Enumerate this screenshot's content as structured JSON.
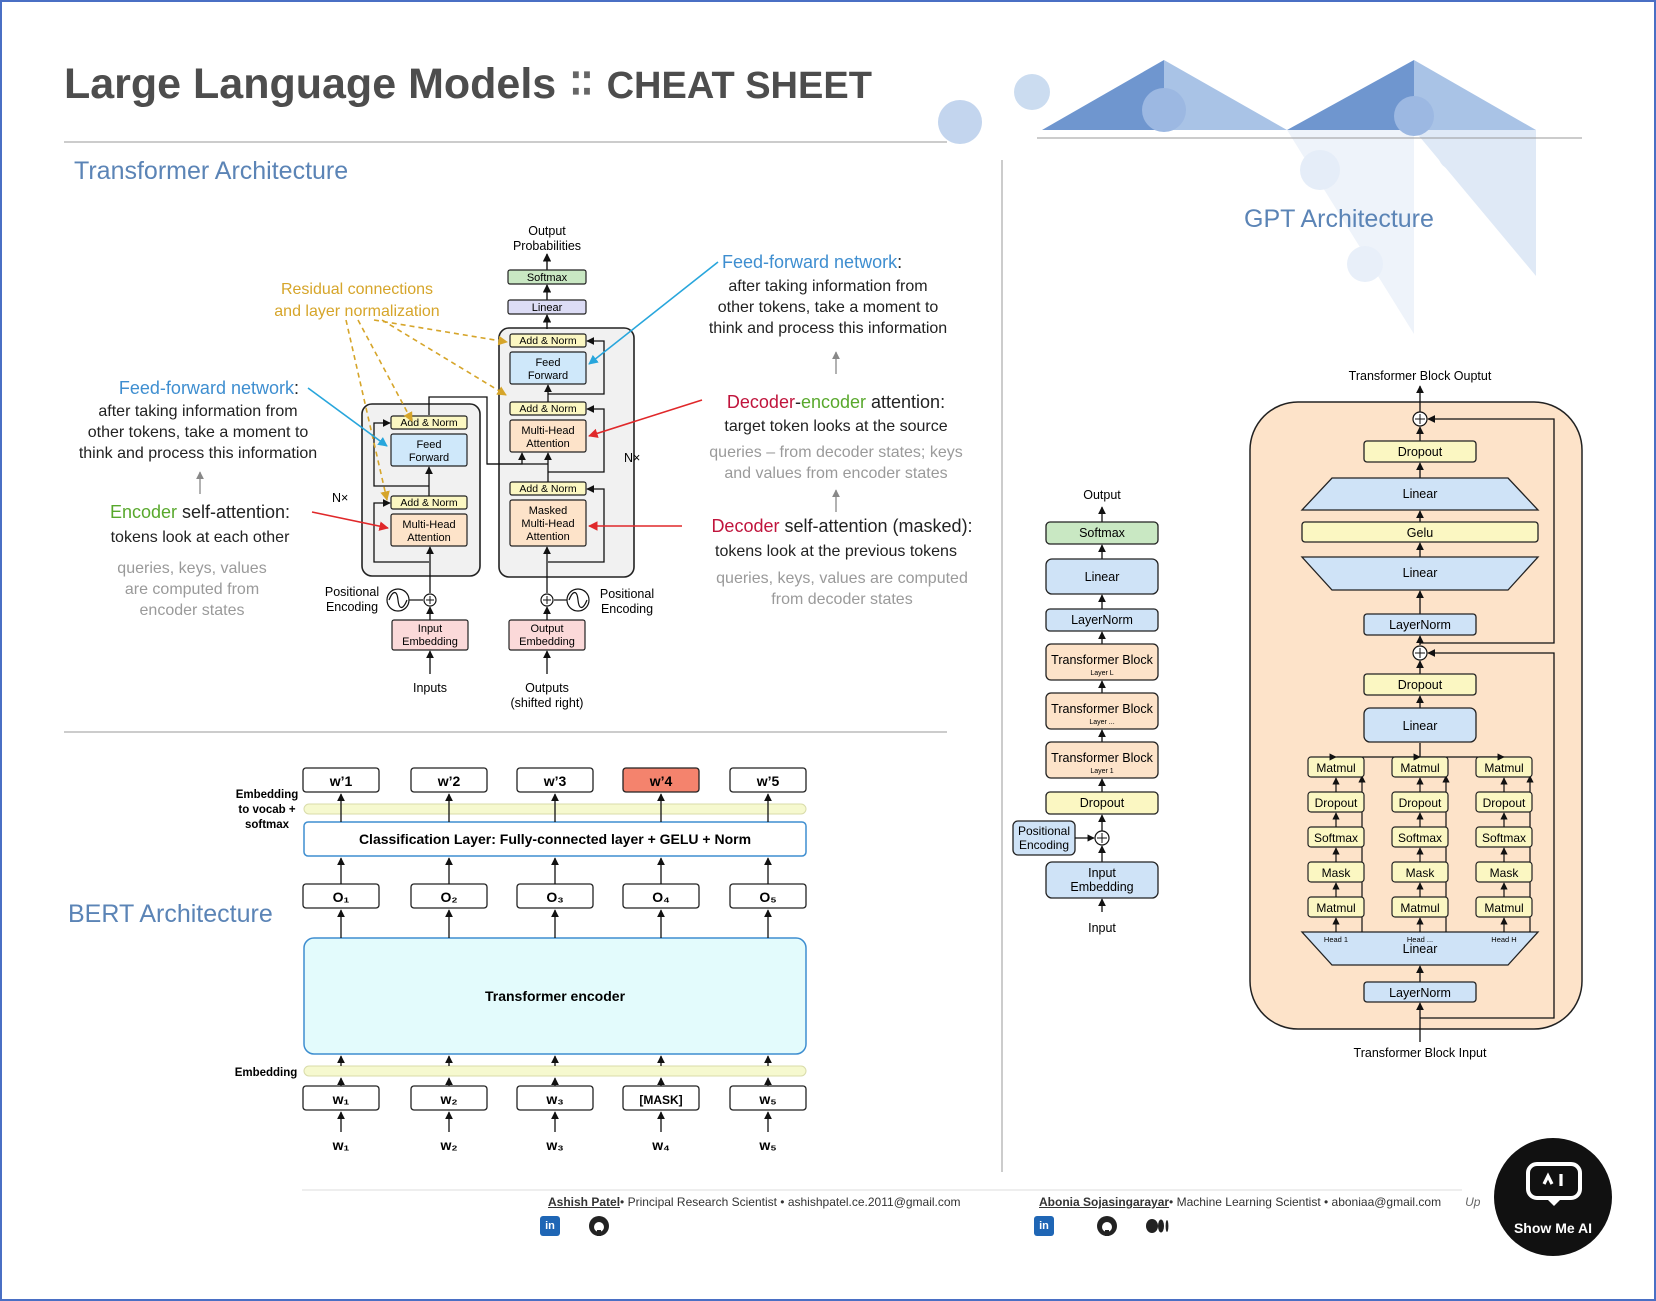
{
  "title": {
    "main": "Large Language Models",
    "sep": "∶∶",
    "sub": "CHEAT SHEET"
  },
  "sections": {
    "transformer": "Transformer  Architecture",
    "gpt": "GPT  Architecture",
    "bert": "BERT  Architecture"
  },
  "transformer": {
    "output_probs": [
      "Output",
      "Probabilities"
    ],
    "softmax": "Softmax",
    "linear": "Linear",
    "add_norm": "Add & Norm",
    "feed_forward": [
      "Feed",
      "Forward"
    ],
    "mha": [
      "Multi-Head",
      "Attention"
    ],
    "masked_mha": [
      "Masked",
      "Multi-Head",
      "Attention"
    ],
    "nx": "N×",
    "pos_enc": [
      "Positional",
      "Encoding"
    ],
    "input_emb": [
      "Input",
      "Embedding"
    ],
    "output_emb": [
      "Output",
      "Embedding"
    ],
    "inputs": "Inputs",
    "outputs": [
      "Outputs",
      "(shifted right)"
    ],
    "ann_residual": [
      "Residual connections",
      "and layer normalization"
    ],
    "ann_ffn_left": {
      "title": "Feed-forward network",
      "colon": ":",
      "lines": [
        "after taking information from",
        "other tokens, take a moment to",
        "think and process this information"
      ]
    },
    "ann_ffn_right": {
      "title": "Feed-forward network",
      "colon": ":",
      "lines": [
        "after taking information from",
        "other tokens, take a moment to",
        "think and process this information"
      ]
    },
    "ann_encoder": {
      "word": "Encoder",
      "rest": " self-attention:",
      "line": "tokens look at each other",
      "grey": [
        "queries, keys, values",
        "are computed from",
        "encoder states"
      ]
    },
    "ann_dec_enc": {
      "w1": "Decoder",
      "dash": "-",
      "w2": "encoder",
      "rest": " attention:",
      "line": "target token looks at the source",
      "grey": [
        "queries – from decoder states; keys",
        "and values from encoder states"
      ]
    },
    "ann_dec_self": {
      "word": "Decoder",
      "rest": " self-attention (masked):",
      "line": "tokens look at the previous tokens",
      "grey": [
        "queries, keys, values are computed",
        "from decoder states"
      ]
    }
  },
  "gpt_left": {
    "output": "Output",
    "softmax": "Softmax",
    "linear": "Linear",
    "layernorm": "LayerNorm",
    "block": "Transformer Block",
    "layer_l": "Layer L",
    "layer_dots": "Layer ...",
    "layer_1": "Layer 1",
    "dropout": "Dropout",
    "pos_enc": [
      "Positional",
      "Encoding"
    ],
    "input_emb": [
      "Input",
      "Embedding"
    ],
    "input": "Input"
  },
  "gpt_right": {
    "top": "Transformer Block Ouptut",
    "bottom": "Transformer Block Input",
    "dropout": "Dropout",
    "linear": "Linear",
    "gelu": "Gelu",
    "layernorm": "LayerNorm",
    "matmul": "Matmul",
    "softmax": "Softmax",
    "mask": "Mask",
    "heads": [
      "Head 1",
      "Head ...",
      "Head H"
    ]
  },
  "bert": {
    "top_tokens": [
      "w’1",
      "w’2",
      "w’3",
      "w’4",
      "w’5"
    ],
    "side_top": [
      "Embedding",
      "to vocab +",
      "softmax"
    ],
    "classification": "Classification Layer: Fully-connected layer + GELU + Norm",
    "outputs": [
      "O₁",
      "O₂",
      "O₃",
      "O₄",
      "O₅"
    ],
    "encoder": "Transformer encoder",
    "side_bottom": "Embedding",
    "inputs": [
      "w₁",
      "w₂",
      "w₃",
      "[MASK]",
      "w₅"
    ],
    "raw": [
      "w₁",
      "w₂",
      "w₃",
      "w₄",
      "w₅"
    ]
  },
  "footer": {
    "a1_name": "Ashish Patel",
    "a1_info": "• Principal Research Scientist • ashishpatel.ce.2011@gmail.com",
    "a2_name": "Abonia Sojasingarayar",
    "a2_info": "• Machine Learning Scientist • aboniaa@gmail.com",
    "a2_tail": "Up",
    "icons": [
      "linkedin-icon",
      "github-icon",
      "linkedin-icon",
      "github-icon",
      "medium-icon"
    ],
    "logo": "Show Me AI"
  },
  "colors": {
    "accent": "#4a6fc4",
    "section": "#5b84b6",
    "ffn_blue": "#3e8ed0",
    "decoder_red": "#c0143c",
    "encoder_green": "#58a82c",
    "residual_gold": "#d6a52a",
    "peach": "#fde3c9",
    "yellow": "#fbf7c2",
    "lightblue": "#cfe3f7",
    "pink": "#fbd9d9",
    "mask_red": "#f4836d"
  }
}
